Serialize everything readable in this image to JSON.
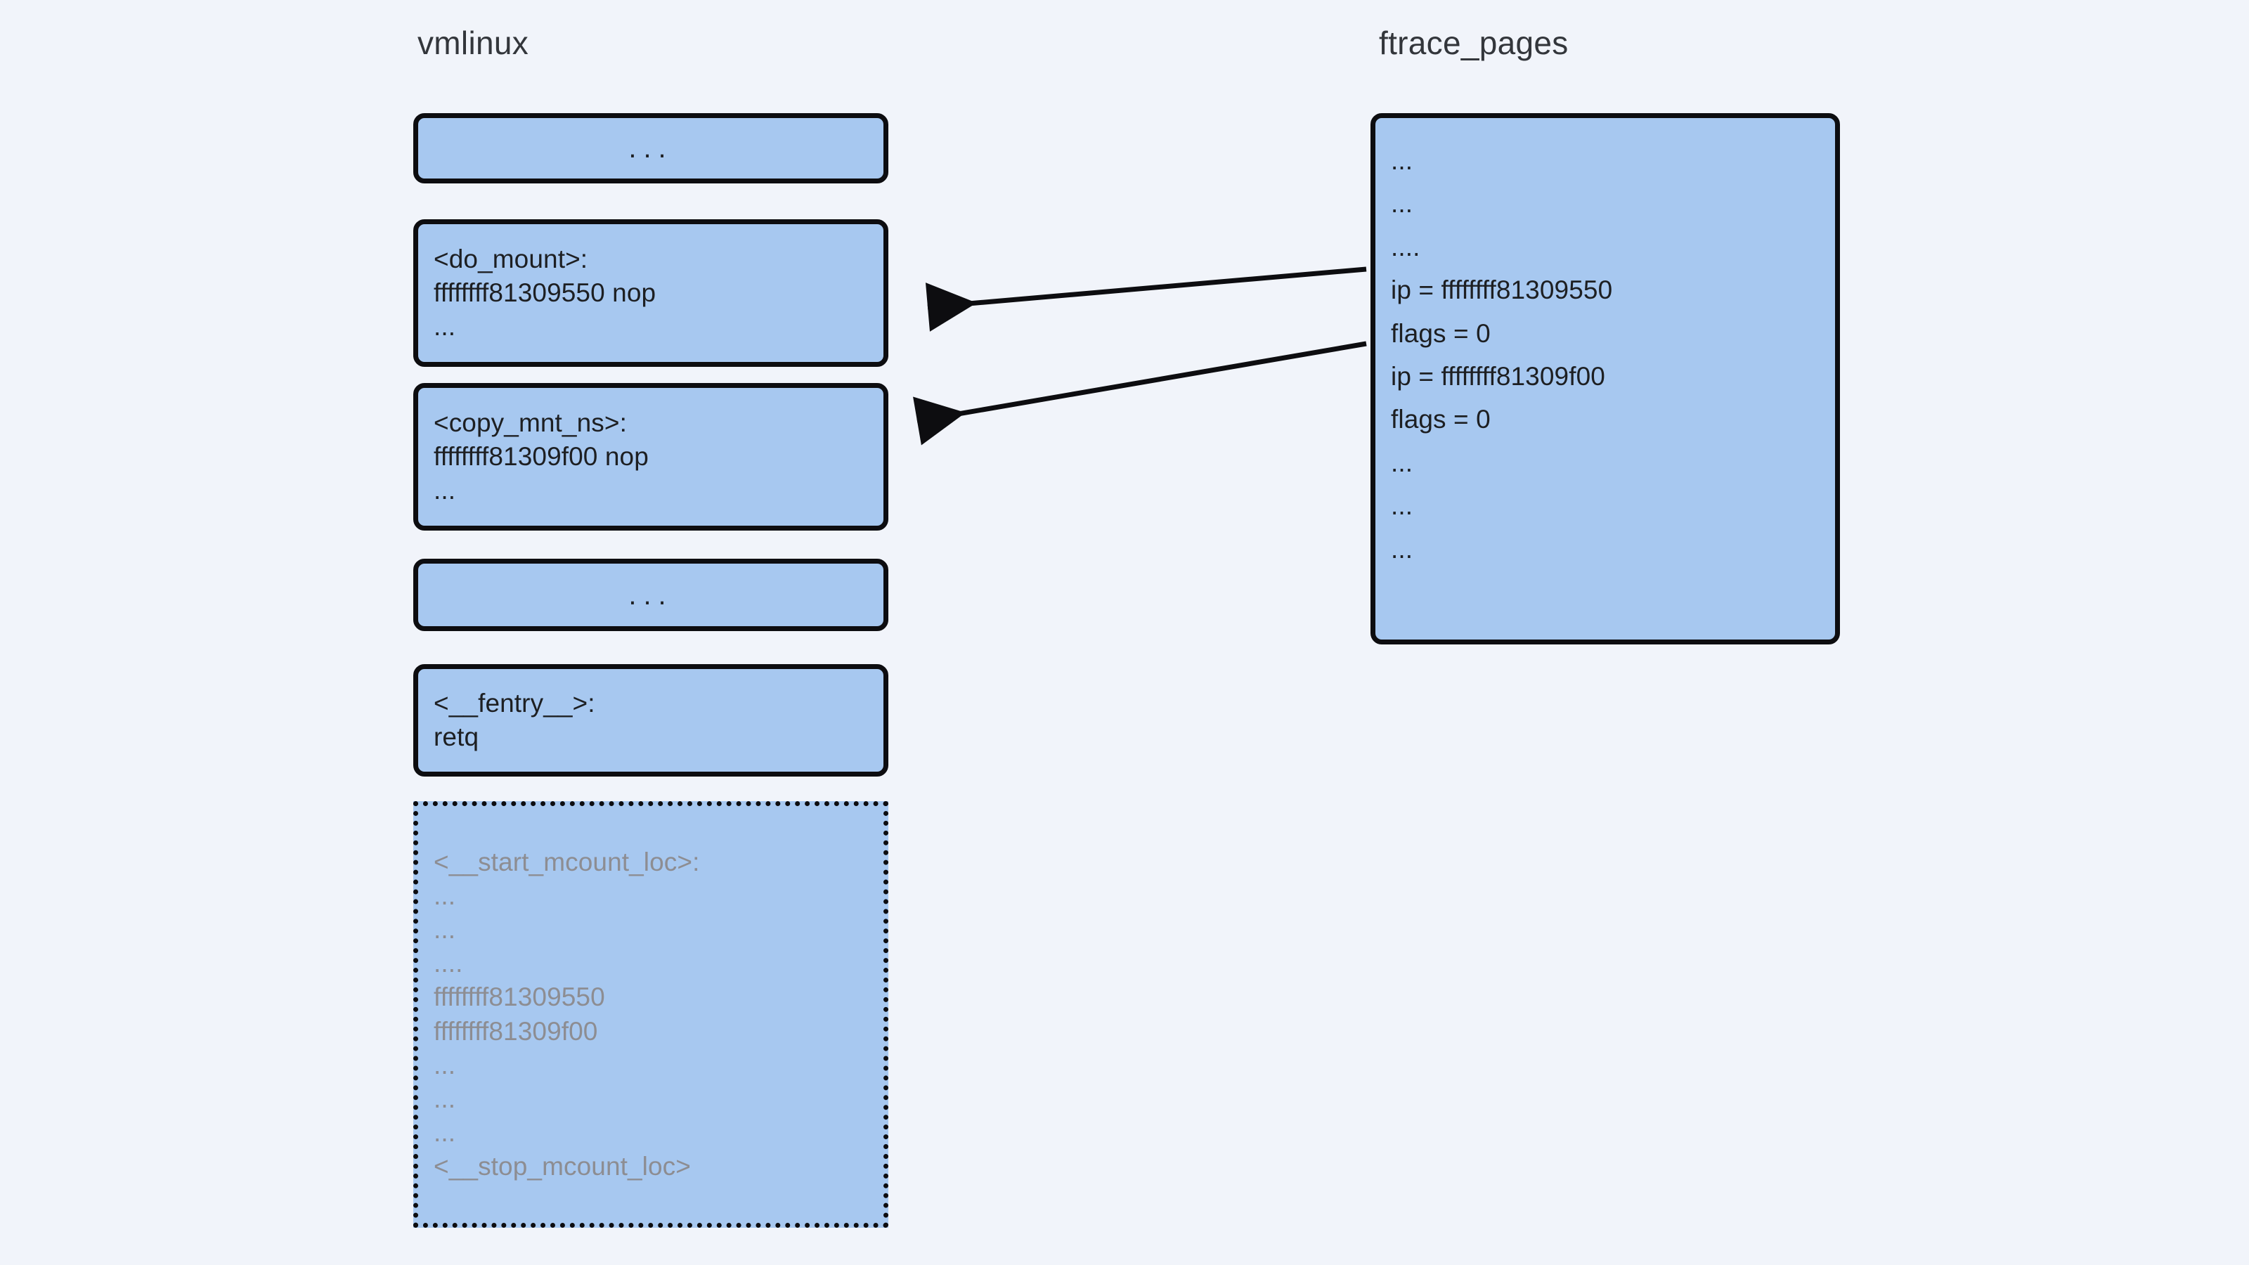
{
  "background_color": "#f1f4fa",
  "box_fill_color": "#a7c8f0",
  "box_border_color": "#0d0d10",
  "muted_text_color": "#8d8d92",
  "columns": {
    "left": {
      "title": "vmlinux"
    },
    "right": {
      "title": "ftrace_pages"
    }
  },
  "vmlinux_boxes": [
    {
      "name": "top-ellipsis",
      "style": "solid-centered",
      "lines": [
        "..."
      ]
    },
    {
      "name": "do-mount",
      "style": "solid",
      "lines": [
        "<do_mount>:",
        "ffffffff81309550 nop",
        "",
        "..."
      ]
    },
    {
      "name": "copy-mnt-ns",
      "style": "solid",
      "lines": [
        "<copy_mnt_ns>:",
        "ffffffff81309f00 nop",
        "",
        "..."
      ]
    },
    {
      "name": "mid-ellipsis",
      "style": "solid-centered",
      "lines": [
        "..."
      ]
    },
    {
      "name": "fentry",
      "style": "solid",
      "lines": [
        "<__fentry__>:",
        "retq"
      ]
    },
    {
      "name": "mcount-loc",
      "style": "dotted-muted",
      "lines": [
        "<__start_mcount_loc>:",
        "...",
        "...",
        "....",
        "ffffffff81309550",
        "ffffffff81309f00",
        "...",
        "...",
        "...",
        "<__stop_mcount_loc>"
      ]
    }
  ],
  "ftrace_pages_box": {
    "name": "ftrace-pages",
    "style": "solid",
    "lines": [
      "...",
      "...",
      "....",
      "ip = ffffffff81309550",
      "flags = 0",
      "",
      "ip = ffffffff81309f00",
      "flags = 0",
      "...",
      "...",
      "..."
    ]
  },
  "arrows": [
    {
      "name": "arrow-to-do-mount",
      "from_label": "ip = ffffffff81309550",
      "to_label": "<do_mount> ffffffff81309550 nop",
      "direction": "right-to-left"
    },
    {
      "name": "arrow-to-copy-mnt-ns",
      "from_label": "ip = ffffffff81309f00",
      "to_label": "<copy_mnt_ns> ffffffff81309f00 nop",
      "direction": "right-to-left"
    }
  ]
}
